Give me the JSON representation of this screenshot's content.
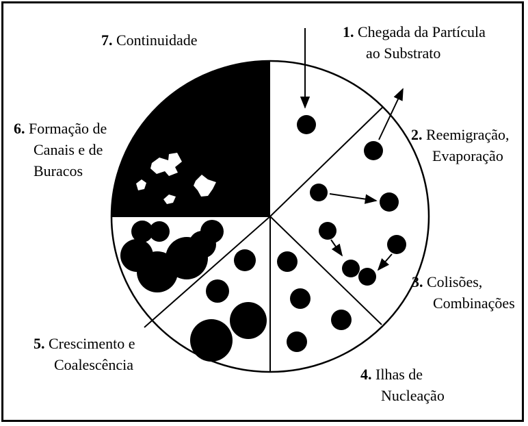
{
  "diagram": {
    "stages": [
      {
        "number": "1.",
        "lines": [
          "Chegada da Partícula",
          "ao Substrato"
        ]
      },
      {
        "number": "2.",
        "lines": [
          "Reemigração,",
          "Evaporação"
        ]
      },
      {
        "number": "3.",
        "lines": [
          "Colisões,",
          "Combinações"
        ]
      },
      {
        "number": "4.",
        "lines": [
          "Ilhas de",
          "Nucleação"
        ]
      },
      {
        "number": "5.",
        "lines": [
          "Crescimento e",
          "Coalescência"
        ]
      },
      {
        "number": "6.",
        "lines": [
          "Formação de",
          "Canais e de",
          "Buracos"
        ]
      },
      {
        "number": "7.",
        "lines": [
          "Continuidade"
        ]
      }
    ],
    "colors": {
      "ink": "#000000",
      "paper": "#ffffff"
    }
  }
}
